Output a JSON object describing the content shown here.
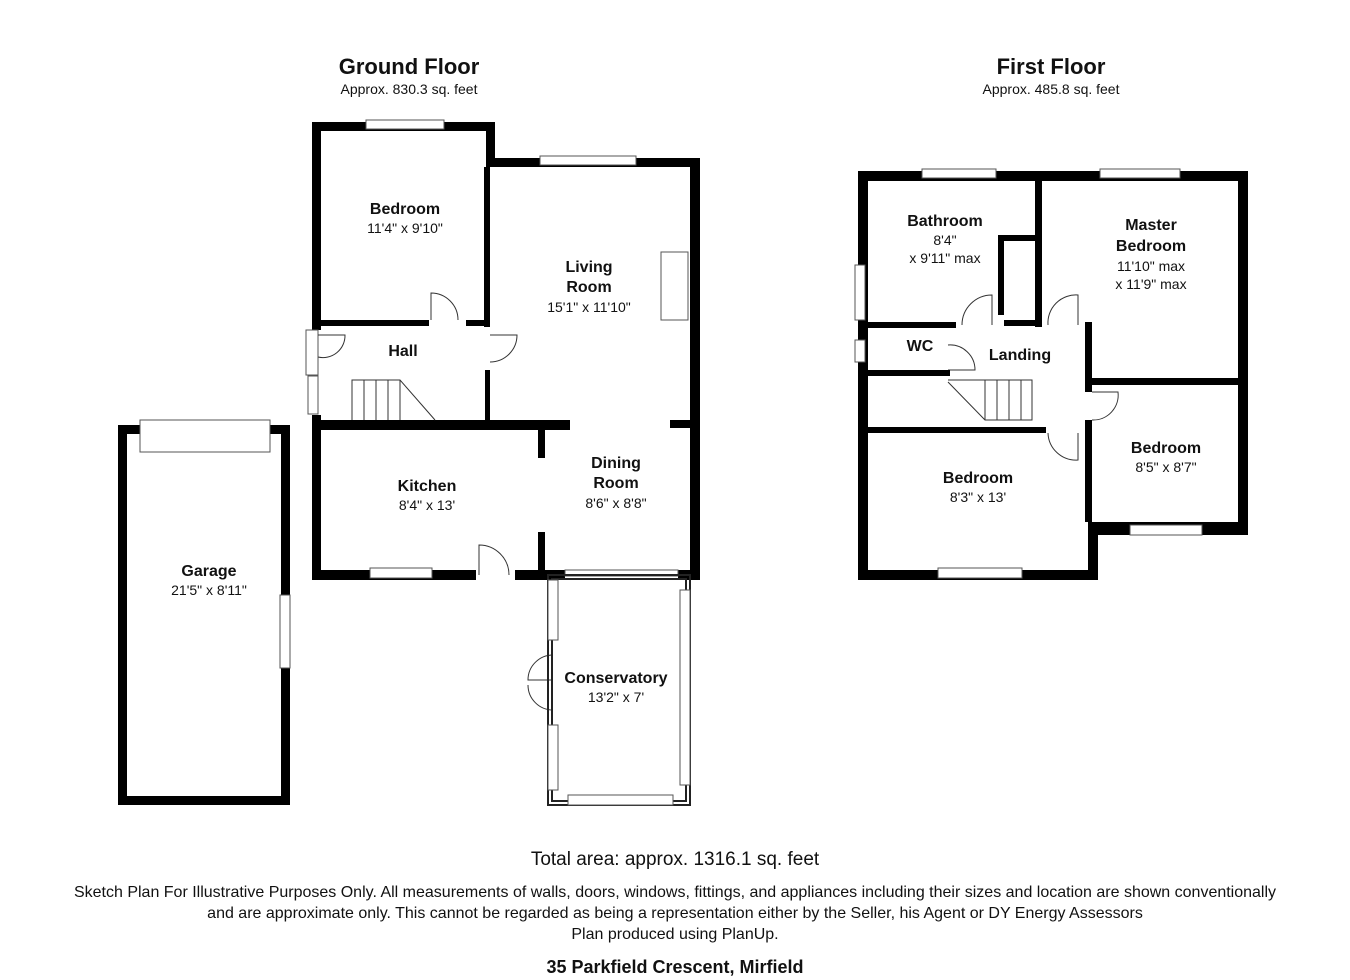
{
  "ground_floor": {
    "title": "Ground Floor",
    "area": "Approx. 830.3 sq. feet",
    "rooms": [
      {
        "name": "Bedroom",
        "dims": "11'4\" x 9'10\""
      },
      {
        "name_l1": "Living",
        "name_l2": "Room",
        "dims": "15'1\" x 11'10\""
      },
      {
        "name": "Hall"
      },
      {
        "name": "Kitchen",
        "dims": "8'4\" x 13'"
      },
      {
        "name_l1": "Dining",
        "name_l2": "Room",
        "dims": "8'6\" x 8'8\""
      },
      {
        "name": "Garage",
        "dims": "21'5\" x 8'11\""
      },
      {
        "name": "Conservatory",
        "dims": "13'2\" x 7'"
      }
    ]
  },
  "first_floor": {
    "title": "First Floor",
    "area": "Approx. 485.8 sq. feet",
    "rooms": [
      {
        "name": "Bathroom",
        "dims_l1": "8'4\"",
        "dims_l2": "x 9'11\" max"
      },
      {
        "name_l1": "Master",
        "name_l2": "Bedroom",
        "dims_l1": "11'10\" max",
        "dims_l2": "x 11'9\" max"
      },
      {
        "name": "WC"
      },
      {
        "name": "Landing"
      },
      {
        "name": "Bedroom",
        "dims": "8'5\" x 8'7\""
      },
      {
        "name": "Bedroom",
        "dims": "8'3\" x 13'"
      }
    ]
  },
  "footer": {
    "total": "Total area: approx. 1316.1 sq. feet",
    "disclaimer_l1": "Sketch Plan For Illustrative Purposes Only. All measurements of walls, doors, windows, fittings, and appliances including their sizes and location are shown conventionally",
    "disclaimer_l2": "and are approximate only. This cannot be regarded as being a representation either by the Seller, his Agent or DY Energy Assessors",
    "disclaimer_l3": "Plan produced using PlanUp.",
    "address": "35 Parkfield Crescent, Mirfield"
  }
}
